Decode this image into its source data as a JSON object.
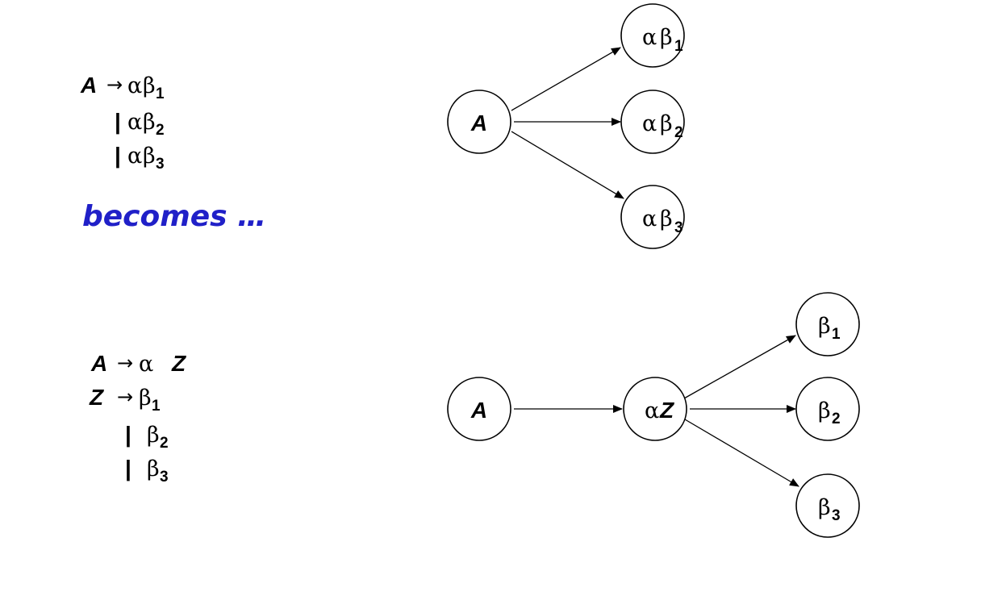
{
  "top_grammar": {
    "lines": [
      {
        "lhs": "A",
        "arrow": "→",
        "alpha": "α",
        "beta": "β",
        "sub": "1"
      },
      {
        "bar": "|",
        "alpha": "α",
        "beta": "β",
        "sub": "2"
      },
      {
        "bar": "|",
        "alpha": "α",
        "beta": "β",
        "sub": "3"
      }
    ]
  },
  "transition_text": "becomes …",
  "transition_color": "#2020c8",
  "bottom_grammar": {
    "lines": [
      {
        "lhs": "A",
        "arrow": "→",
        "alpha": "α",
        "rhs_nt": "Z"
      },
      {
        "lhs": "Z",
        "arrow": "→",
        "beta": "β",
        "sub": "1"
      },
      {
        "bar": "|",
        "beta": "β",
        "sub": "2"
      },
      {
        "bar": "|",
        "beta": "β",
        "sub": "3"
      }
    ]
  },
  "top_diagram": {
    "root": {
      "label": "A"
    },
    "children": [
      {
        "alpha": "α",
        "beta": "β",
        "sub": "1"
      },
      {
        "alpha": "α",
        "beta": "β",
        "sub": "2"
      },
      {
        "alpha": "α",
        "beta": "β",
        "sub": "3"
      }
    ]
  },
  "bottom_diagram": {
    "root": {
      "label": "A"
    },
    "middle": {
      "alpha": "α",
      "nt": "Z"
    },
    "children": [
      {
        "beta": "β",
        "sub": "1"
      },
      {
        "beta": "β",
        "sub": "2"
      },
      {
        "beta": "β",
        "sub": "3"
      }
    ]
  }
}
